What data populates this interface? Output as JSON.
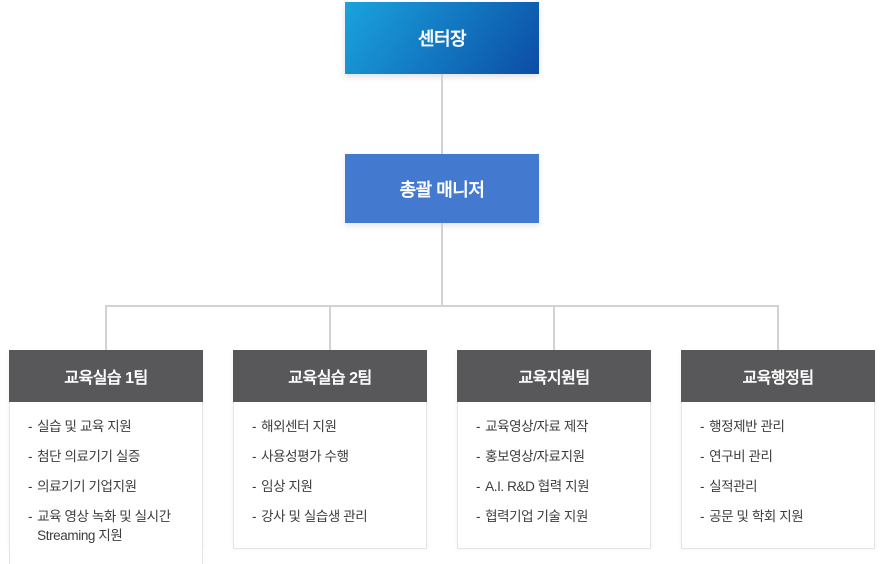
{
  "org": {
    "root": {
      "label": "센터장"
    },
    "manager": {
      "label": "총괄 매니저"
    },
    "teams": [
      {
        "label": "교육실습 1팀",
        "items": [
          "실습 및 교육 지원",
          "첨단 의료기기 실증",
          "의료기기 기업지원",
          "교육 영상 녹화 및 실시간 Streaming 지원"
        ]
      },
      {
        "label": "교육실습 2팀",
        "items": [
          "해외센터 지원",
          "사용성평가 수행",
          "임상 지원",
          "강사 및 실습생 관리"
        ]
      },
      {
        "label": "교육지원팀",
        "items": [
          "교육영상/자료 제작",
          "홍보영상/자료지원",
          "A.I. R&D 협력 지원",
          "협력기업 기술 지원"
        ]
      },
      {
        "label": "교육행정팀",
        "items": [
          "행정제반 관리",
          "연구비 관리",
          "실적관리",
          "공문 및 학회 지원"
        ]
      }
    ]
  },
  "list_style": {
    "bullet": "-"
  },
  "colors": {
    "c-grad-start": "#1aa3de",
    "c-grad-end": "#0c4da5",
    "c-manager": "#4379ce",
    "c-header": "#58585a",
    "c-line": "#d2d2d2",
    "c-border": "#e4e4e4",
    "c-text": "#3d3d3d"
  }
}
